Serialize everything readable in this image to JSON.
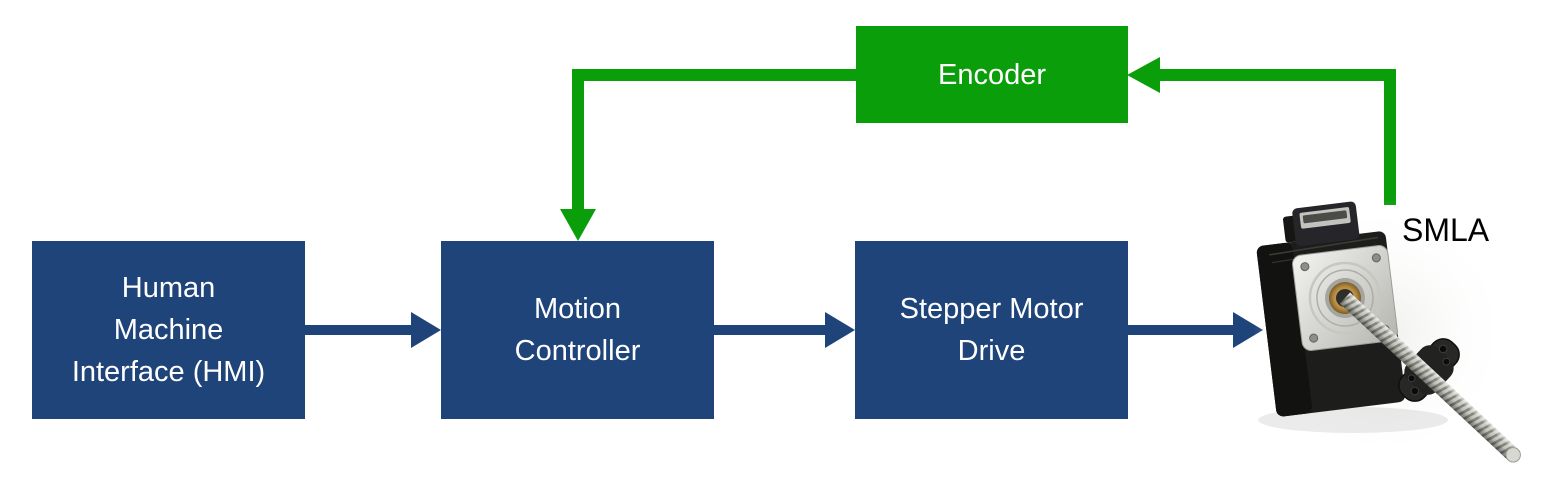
{
  "diagram_type": "block-diagram",
  "colors": {
    "box_fill": "#1F447A",
    "box_text": "#FFFFFF",
    "arrow_blue": "#1F447A",
    "feedback_green": "#0A9E0A",
    "smla_label_text": "#000000",
    "background": "#FFFFFF"
  },
  "nodes": {
    "hmi": {
      "lines": [
        "Human",
        "Machine",
        "Interface (HMI)"
      ]
    },
    "motion_controller": {
      "lines": [
        "Motion",
        "Controller"
      ]
    },
    "stepper_motor_drive": {
      "lines": [
        "Stepper Motor",
        "Drive"
      ]
    },
    "encoder": {
      "lines": [
        "Encoder"
      ]
    },
    "smla": {
      "label": "SMLA",
      "photo": "stepper-motor-linear-actuator"
    }
  },
  "edges": [
    {
      "from": "hmi",
      "to": "motion_controller",
      "style": "blue-arrow"
    },
    {
      "from": "motion_controller",
      "to": "stepper_motor_drive",
      "style": "blue-arrow"
    },
    {
      "from": "stepper_motor_drive",
      "to": "smla",
      "style": "blue-arrow"
    },
    {
      "from": "smla",
      "to": "encoder",
      "style": "green-feedback-arrow"
    },
    {
      "from": "encoder",
      "to": "motion_controller",
      "style": "green-feedback-arrow"
    }
  ]
}
